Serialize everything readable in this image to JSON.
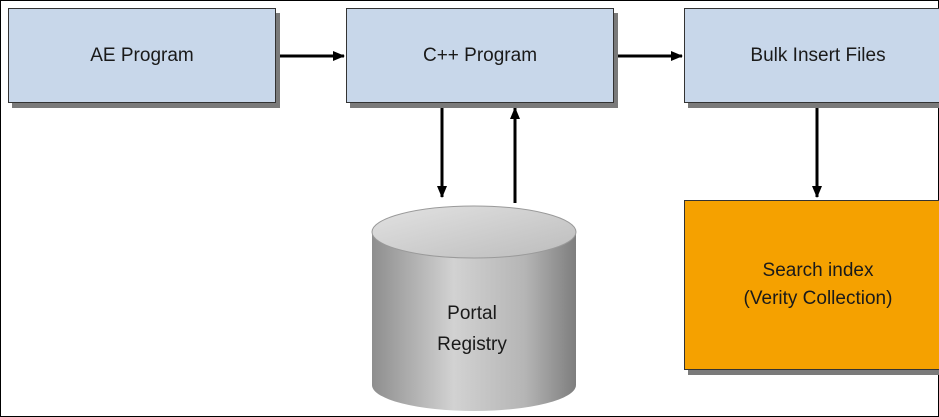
{
  "diagram": {
    "nodes": {
      "ae_program": "AE Program",
      "cpp_program": "C++ Program",
      "bulk_insert_files": "Bulk Insert Files",
      "search_index": {
        "line1": "Search index",
        "line2": "(Verity Collection)"
      },
      "portal_registry": {
        "line1": "Portal",
        "line2": "Registry"
      }
    },
    "edges": [
      {
        "from": "AE Program",
        "to": "C++ Program"
      },
      {
        "from": "C++ Program",
        "to": "Bulk Insert Files"
      },
      {
        "from": "C++ Program",
        "to": "Portal Registry"
      },
      {
        "from": "Portal Registry",
        "to": "C++ Program"
      },
      {
        "from": "Bulk Insert Files",
        "to": "Search index (Verity Collection)"
      }
    ],
    "colors": {
      "process_box": "#c8d7ea",
      "index_box": "#f5a100",
      "database": "#a8a8a8",
      "arrow": "#000000"
    }
  }
}
